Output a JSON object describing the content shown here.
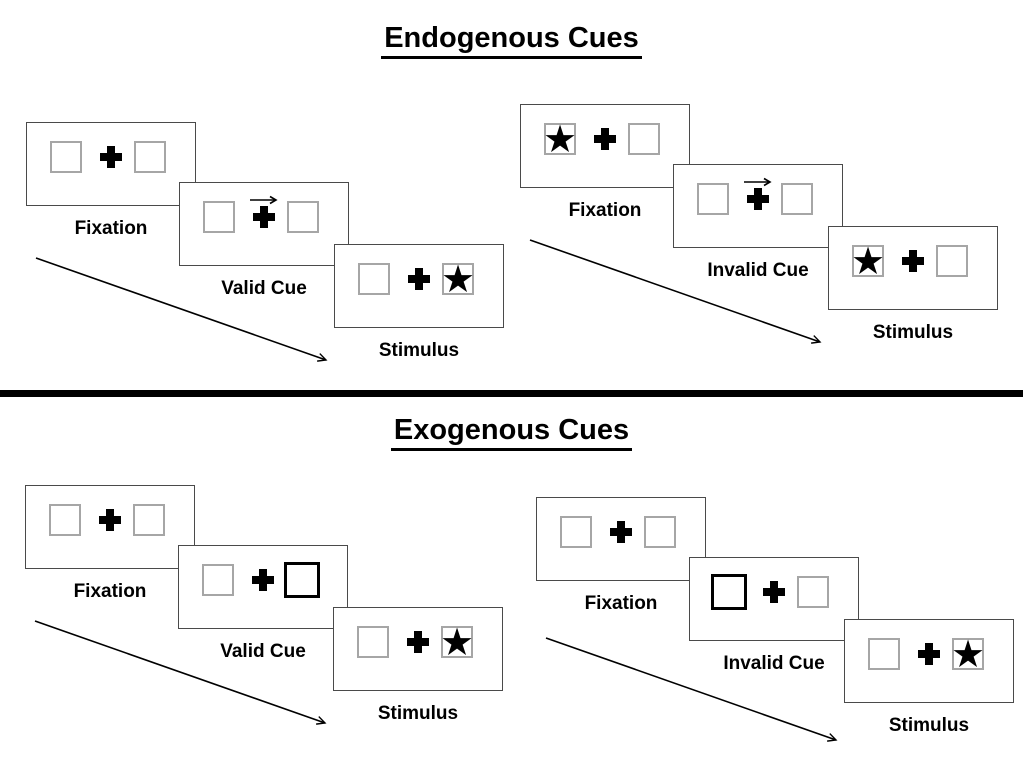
{
  "page": {
    "background": "#ffffff"
  },
  "colors": {
    "screen_border": "#4a4a4a",
    "placeholder_border": "#a6a6a6",
    "ink": "#000000",
    "divider": "#000000"
  },
  "icons": {
    "fixation_cross": "plus",
    "cue_arrow": "right-arrow",
    "stimulus_star": "black-star"
  },
  "sections": [
    {
      "title": "Endogenous Cues",
      "panels": [
        {
          "name": "endogenous-valid-sequence",
          "steps": [
            {
              "label": "Fixation",
              "cue_arrow_visible": "no",
              "left": {
                "variant": "normal",
                "content": ""
              },
              "right": {
                "variant": "normal",
                "content": ""
              }
            },
            {
              "label": "Valid Cue",
              "cue_arrow_visible": "yes",
              "left": {
                "variant": "normal",
                "content": ""
              },
              "right": {
                "variant": "normal",
                "content": ""
              }
            },
            {
              "label": "Stimulus",
              "cue_arrow_visible": "no",
              "left": {
                "variant": "normal",
                "content": ""
              },
              "right": {
                "variant": "normal",
                "content": "★"
              }
            }
          ]
        },
        {
          "name": "endogenous-invalid-sequence",
          "steps": [
            {
              "label": "Fixation",
              "cue_arrow_visible": "no",
              "left": {
                "variant": "normal",
                "content": "★"
              },
              "right": {
                "variant": "normal",
                "content": ""
              }
            },
            {
              "label": "Invalid Cue",
              "cue_arrow_visible": "yes",
              "left": {
                "variant": "normal",
                "content": ""
              },
              "right": {
                "variant": "normal",
                "content": ""
              }
            },
            {
              "label": "Stimulus",
              "cue_arrow_visible": "no",
              "left": {
                "variant": "normal",
                "content": "★"
              },
              "right": {
                "variant": "normal",
                "content": ""
              }
            }
          ]
        }
      ]
    },
    {
      "title": "Exogenous Cues",
      "panels": [
        {
          "name": "exogenous-valid-sequence",
          "steps": [
            {
              "label": "Fixation",
              "cue_arrow_visible": "no",
              "left": {
                "variant": "normal",
                "content": ""
              },
              "right": {
                "variant": "normal",
                "content": ""
              }
            },
            {
              "label": "Valid Cue",
              "cue_arrow_visible": "no",
              "left": {
                "variant": "normal",
                "content": ""
              },
              "right": {
                "variant": "thick",
                "content": ""
              }
            },
            {
              "label": "Stimulus",
              "cue_arrow_visible": "no",
              "left": {
                "variant": "normal",
                "content": ""
              },
              "right": {
                "variant": "normal",
                "content": "★"
              }
            }
          ]
        },
        {
          "name": "exogenous-invalid-sequence",
          "steps": [
            {
              "label": "Fixation",
              "cue_arrow_visible": "no",
              "left": {
                "variant": "normal",
                "content": ""
              },
              "right": {
                "variant": "normal",
                "content": ""
              }
            },
            {
              "label": "Invalid Cue",
              "cue_arrow_visible": "no",
              "left": {
                "variant": "thick",
                "content": ""
              },
              "right": {
                "variant": "normal",
                "content": ""
              }
            },
            {
              "label": "Stimulus",
              "cue_arrow_visible": "no",
              "left": {
                "variant": "normal",
                "content": ""
              },
              "right": {
                "variant": "normal",
                "content": "★"
              }
            }
          ]
        }
      ]
    }
  ]
}
